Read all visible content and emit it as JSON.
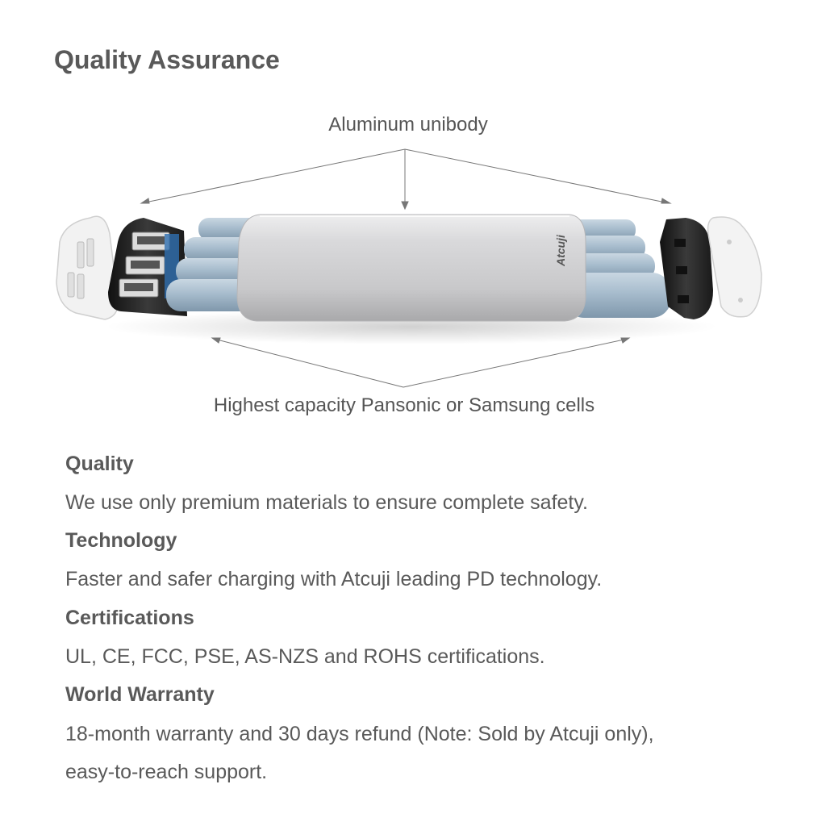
{
  "title": "Quality Assurance",
  "callouts": {
    "top": "Aluminum unibody",
    "bottom": "Highest capacity Pansonic or Samsung cells"
  },
  "product": {
    "brand": "Atcuji"
  },
  "features": [
    {
      "heading": "Quality",
      "desc": [
        "We use only premium materials to ensure complete safety."
      ]
    },
    {
      "heading": "Technology",
      "desc": [
        "Faster and safer charging with Atcuji leading PD technology."
      ]
    },
    {
      "heading": "Certifications",
      "desc": [
        "UL, CE, FCC, PSE, AS-NZS and ROHS certifications."
      ]
    },
    {
      "heading": "World Warranty",
      "desc": [
        "18-month warranty and 30 days refund (Note: Sold by Atcuji only),",
        "easy-to-reach support."
      ]
    }
  ],
  "colors": {
    "text": "#595959",
    "aluminum": "#d4d4d6",
    "cell": "#a9bfd0",
    "cap": "#2a2a2a"
  }
}
